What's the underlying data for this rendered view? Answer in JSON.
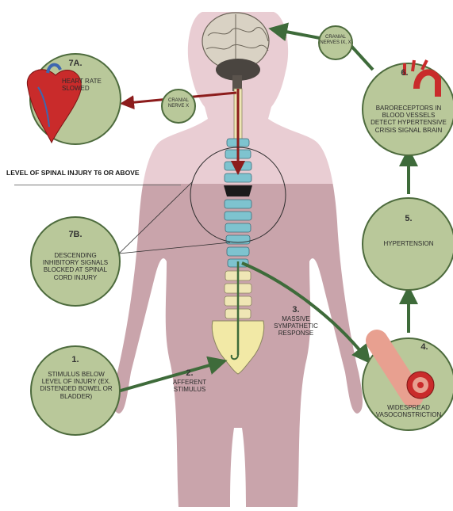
{
  "level_label": "LEVEL OF SPINAL INJURY T6 OR ABOVE",
  "nodes": {
    "heart": {
      "number": "7A.",
      "text": "HEART RATE SLOWED"
    },
    "baroreceptors": {
      "number": "6.",
      "text": "BARORECEPTORS IN BLOOD VESSELS DETECT HYPERTENSIVE CRISIS SIGNAL BRAIN"
    },
    "hypertension": {
      "number": "5.",
      "text": "HYPERTENSION"
    },
    "descending": {
      "number": "7B.",
      "text": "DESCENDING INHIBITORY SIGNALS BLOCKED AT SPINAL CORD INJURY"
    },
    "stimulus": {
      "number": "1.",
      "text": "STIMULUS BELOW LEVEL OF INJURY (EX. DISTENDED BOWEL OR BLADDER)"
    },
    "vasoconstriction": {
      "number": "4.",
      "text": "WIDESPREAD VASOCONSTRICTION"
    }
  },
  "cranial_nerve_x": "CRANIAL NERVE X",
  "cranial_nerves_ix_x": "CRANIAL NERVES IX, X",
  "afferent": {
    "number": "2.",
    "text": "AFFERENT STIMULUS"
  },
  "sympathetic": {
    "number": "3.",
    "text": "MASSIVE SYMPATHETIC RESPONSE"
  },
  "colors": {
    "circle_fill": "#b9c89a",
    "circle_stroke": "#4d6b3d",
    "arrow_green": "#3e6b3a",
    "arrow_red": "#8c1c1c",
    "body_upper": "#e9cdd3",
    "body_lower": "#c9a4ab",
    "vertebra_blue": "#7ec3cf",
    "vertebra_cream": "#efe6b5",
    "brain": "#d9d2c4"
  }
}
